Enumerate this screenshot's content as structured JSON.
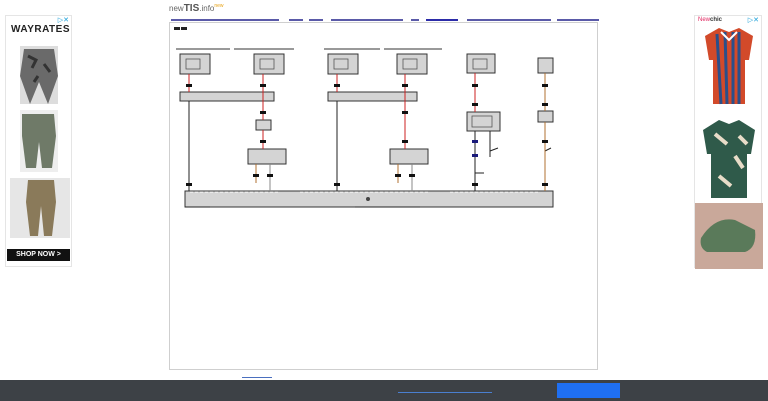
{
  "site": {
    "logo_prefix": "new",
    "logo_main": "TIS",
    "logo_suffix": ".info",
    "logo_new": "new"
  },
  "diagram": {
    "toolbar_glyph": "▪▪ ▪▪"
  },
  "ads": {
    "left": {
      "badge": "▷✕",
      "brand": "WAYRATES",
      "button": "SHOP NOW >"
    },
    "right": {
      "badge": "▷✕",
      "brand_a": "New",
      "brand_b": "chic"
    }
  },
  "colors": {
    "bottom_bar": "#3d4146",
    "button_blue": "#1f6ff2",
    "wire_red": "#cc2222"
  }
}
